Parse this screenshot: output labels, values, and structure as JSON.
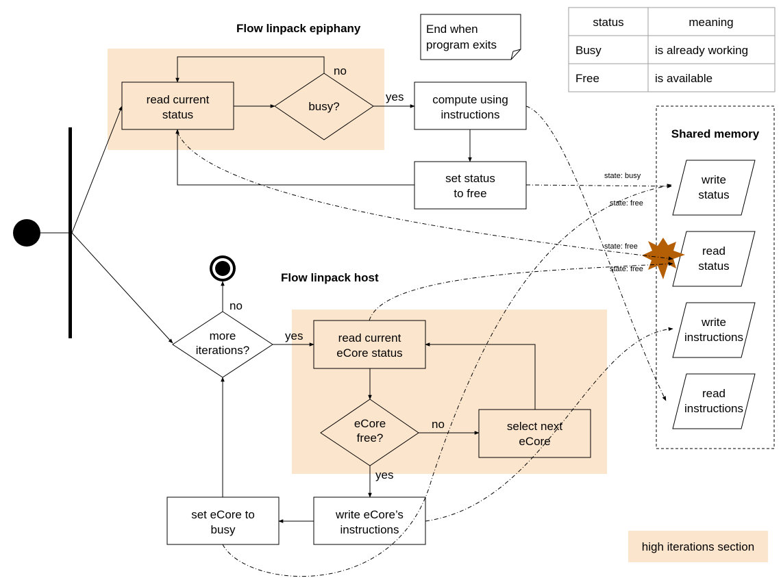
{
  "titles": {
    "epiphany": "Flow linpack epiphany",
    "host": "Flow linpack host",
    "shared_memory": "Shared memory"
  },
  "note": {
    "line1": "End when",
    "line2": "program exits"
  },
  "status_table": {
    "headers": [
      "status",
      "meaning"
    ],
    "rows": [
      [
        "Busy",
        "is already working"
      ],
      [
        "Free",
        "is available"
      ]
    ]
  },
  "epiphany_nodes": {
    "read_status": [
      "read current",
      "status"
    ],
    "busy": "busy?",
    "compute": [
      "compute using",
      "instructions"
    ],
    "set_free": [
      "set status",
      "to free"
    ]
  },
  "host_nodes": {
    "more_iterations": [
      "more",
      "iterations?"
    ],
    "read_ecore_status": [
      "read current",
      "eCore status"
    ],
    "ecore_free": [
      "eCore",
      "free?"
    ],
    "select_next": [
      "select next",
      "eCore"
    ],
    "write_instructions": [
      "write eCore’s",
      "instructions"
    ],
    "set_busy": [
      "set eCore to",
      "busy"
    ]
  },
  "shared_memory_items": {
    "write_status": [
      "write",
      "status"
    ],
    "read_status": [
      "read",
      "status"
    ],
    "write_instructions": [
      "write",
      "instructions"
    ],
    "read_instructions": [
      "read",
      "instructions"
    ]
  },
  "edge_labels": {
    "no_busy": "no",
    "yes_busy": "yes",
    "no_more": "no",
    "yes_more": "yes",
    "no_free": "no",
    "yes_free": "yes"
  },
  "state_labels": {
    "busy": "state: busy",
    "free_write": "state: free",
    "free_read_1": "state: free",
    "free_read_2": "state: free"
  },
  "legend": {
    "label": "high iterations section",
    "color": "#fce5cd"
  },
  "colors": {
    "highlight": "#fce5cd",
    "burst": "#b45f06"
  }
}
